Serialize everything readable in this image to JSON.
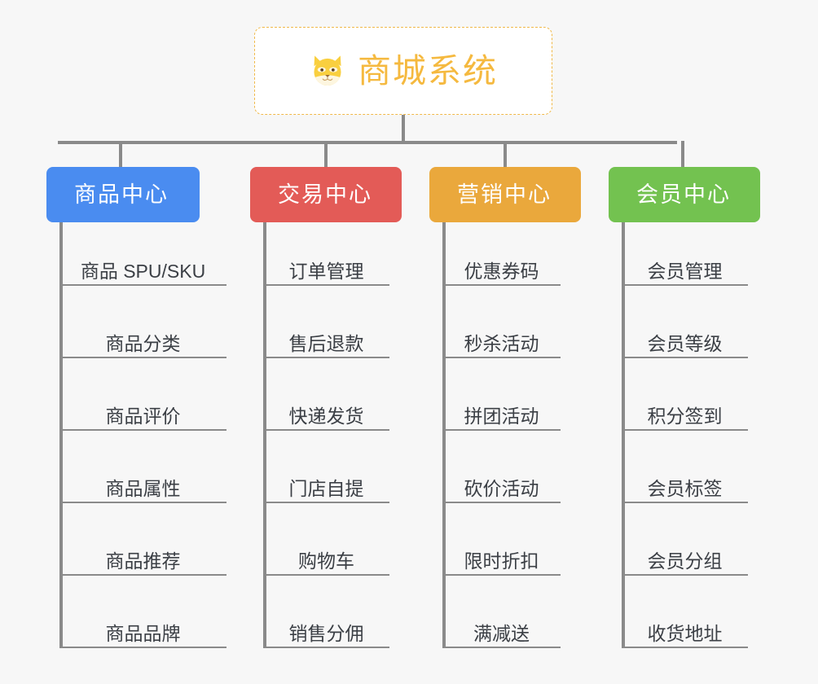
{
  "diagram": {
    "title": "商城系统",
    "root_icon": "shiba-dog-icon",
    "background_color": "#f7f7f7",
    "root_border_color": "#f0b94a",
    "root_text_color": "#f5b93f",
    "connector_color": "#8a8a8a",
    "leaf_text_color": "#3b3f45"
  },
  "columns": [
    {
      "label": "商品中心",
      "color": "#4a8cf0",
      "items": [
        "商品 SPU/SKU",
        "商品分类",
        "商品评价",
        "商品属性",
        "商品推荐",
        "商品品牌"
      ]
    },
    {
      "label": "交易中心",
      "color": "#e35b57",
      "items": [
        "订单管理",
        "售后退款",
        "快递发货",
        "门店自提",
        "购物车",
        "销售分佣"
      ]
    },
    {
      "label": "营销中心",
      "color": "#eaa83c",
      "items": [
        "优惠券码",
        "秒杀活动",
        "拼团活动",
        "砍价活动",
        "限时折扣",
        "满减送"
      ]
    },
    {
      "label": "会员中心",
      "color": "#74c košt"
    }
  ]
}
